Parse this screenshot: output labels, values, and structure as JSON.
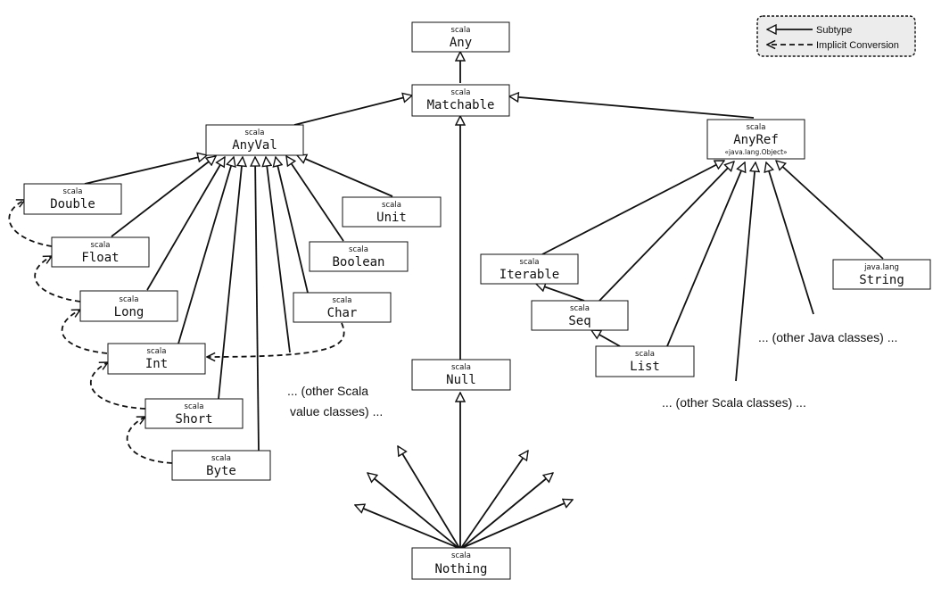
{
  "legend": {
    "subtype": "Subtype",
    "implicit": "Implicit Conversion"
  },
  "classes": {
    "any": {
      "pkg": "scala",
      "name": "Any"
    },
    "matchable": {
      "pkg": "scala",
      "name": "Matchable"
    },
    "anyval": {
      "pkg": "scala",
      "name": "AnyVal"
    },
    "anyref": {
      "pkg": "scala",
      "name": "AnyRef",
      "sub": "«java.lang.Object»"
    },
    "double": {
      "pkg": "scala",
      "name": "Double"
    },
    "float": {
      "pkg": "scala",
      "name": "Float"
    },
    "long": {
      "pkg": "scala",
      "name": "Long"
    },
    "int": {
      "pkg": "scala",
      "name": "Int"
    },
    "short": {
      "pkg": "scala",
      "name": "Short"
    },
    "byte": {
      "pkg": "scala",
      "name": "Byte"
    },
    "unit": {
      "pkg": "scala",
      "name": "Unit"
    },
    "boolean": {
      "pkg": "scala",
      "name": "Boolean"
    },
    "char": {
      "pkg": "scala",
      "name": "Char"
    },
    "iterable": {
      "pkg": "scala",
      "name": "Iterable"
    },
    "seq": {
      "pkg": "scala",
      "name": "Seq"
    },
    "list": {
      "pkg": "scala",
      "name": "List"
    },
    "string": {
      "pkg": "java.lang",
      "name": "String"
    },
    "null": {
      "pkg": "scala",
      "name": "Null"
    },
    "nothing": {
      "pkg": "scala",
      "name": "Nothing"
    }
  },
  "notes": {
    "other_scala_value_1": "... (other Scala",
    "other_scala_value_2": "value classes) ...",
    "other_java": "... (other Java classes) ...",
    "other_scala": "... (other Scala classes) ..."
  }
}
